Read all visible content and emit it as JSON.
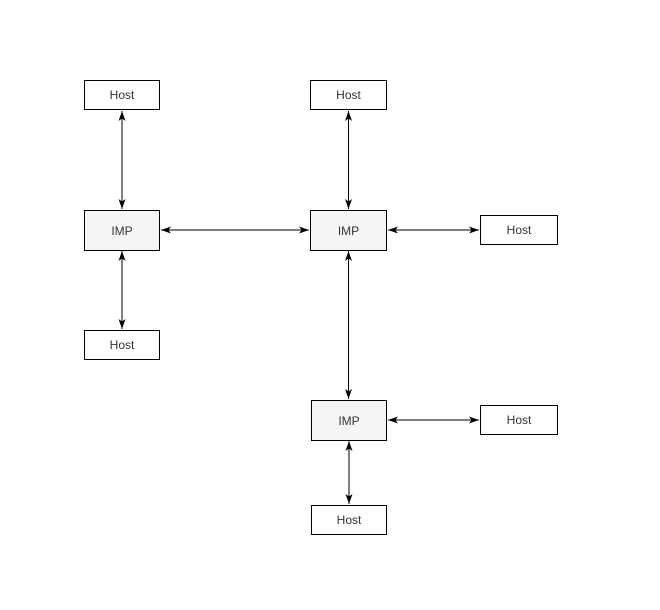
{
  "diagram": {
    "type": "network-topology",
    "background": "#ffffff",
    "nodes": [
      {
        "id": "host-top-left",
        "label": "Host",
        "kind": "host"
      },
      {
        "id": "host-top-middle",
        "label": "Host",
        "kind": "host"
      },
      {
        "id": "imp-left",
        "label": "IMP",
        "kind": "imp"
      },
      {
        "id": "imp-middle",
        "label": "IMP",
        "kind": "imp"
      },
      {
        "id": "host-right",
        "label": "Host",
        "kind": "host"
      },
      {
        "id": "host-left-lower",
        "label": "Host",
        "kind": "host"
      },
      {
        "id": "imp-lower",
        "label": "IMP",
        "kind": "imp"
      },
      {
        "id": "host-right-lower",
        "label": "Host",
        "kind": "host"
      },
      {
        "id": "host-bottom",
        "label": "Host",
        "kind": "host"
      }
    ],
    "edges": [
      {
        "from": "host-top-left",
        "to": "imp-left",
        "style": "double-arrow",
        "orientation": "vertical"
      },
      {
        "from": "host-top-middle",
        "to": "imp-middle",
        "style": "double-arrow",
        "orientation": "vertical"
      },
      {
        "from": "imp-left",
        "to": "imp-middle",
        "style": "double-arrow",
        "orientation": "horizontal"
      },
      {
        "from": "imp-middle",
        "to": "host-right",
        "style": "double-arrow",
        "orientation": "horizontal"
      },
      {
        "from": "imp-left",
        "to": "host-left-lower",
        "style": "double-arrow",
        "orientation": "vertical"
      },
      {
        "from": "imp-middle",
        "to": "imp-lower",
        "style": "double-arrow",
        "orientation": "vertical"
      },
      {
        "from": "imp-lower",
        "to": "host-right-lower",
        "style": "double-arrow",
        "orientation": "horizontal"
      },
      {
        "from": "imp-lower",
        "to": "host-bottom",
        "style": "double-arrow",
        "orientation": "vertical"
      }
    ],
    "colors": {
      "host_fill": "#ffffff",
      "imp_fill": "#f5f5f5",
      "stroke": "#000000",
      "text": "#333333"
    }
  }
}
